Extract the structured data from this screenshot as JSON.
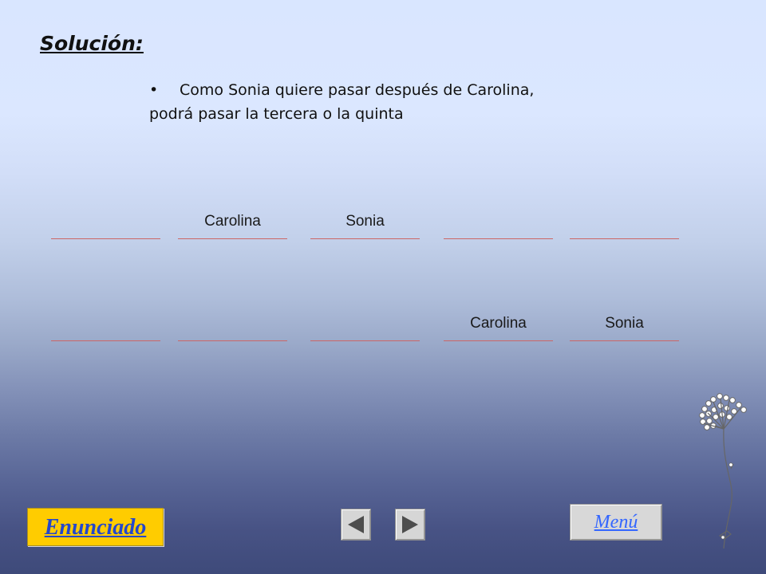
{
  "page": {
    "title": "Solución:",
    "bullet": {
      "marker": "•",
      "line1": "Como Sonia quiere pasar después de Carolina,",
      "line2": "podrá pasar la tercera o la quinta"
    }
  },
  "rows": [
    {
      "slots": [
        "",
        "Carolina",
        "Sonia",
        "",
        ""
      ]
    },
    {
      "slots": [
        "",
        "",
        "",
        "Carolina",
        "Sonia"
      ]
    }
  ],
  "buttons": {
    "enunciado": "Enunciado",
    "menu": "Menú"
  },
  "navigation": {
    "previous_icon": "left-triangle-icon",
    "next_icon": "right-triangle-icon"
  },
  "colors": {
    "title": "#111111",
    "enunciado_bg": "#ffcc00",
    "link_blue": "#2447cc",
    "menu_blue": "#3366ff",
    "slot_line": "#cc6666"
  },
  "decorations": {
    "flower": "flower-illustration"
  }
}
